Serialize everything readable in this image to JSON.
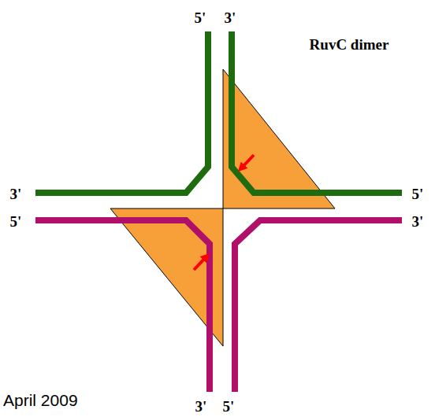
{
  "diagram": {
    "labels": [
      "5'",
      "3'",
      "RuvC dimer",
      "3'",
      "5'",
      "5'",
      "3'",
      "April 2009",
      "3'",
      "5'"
    ]
  }
}
